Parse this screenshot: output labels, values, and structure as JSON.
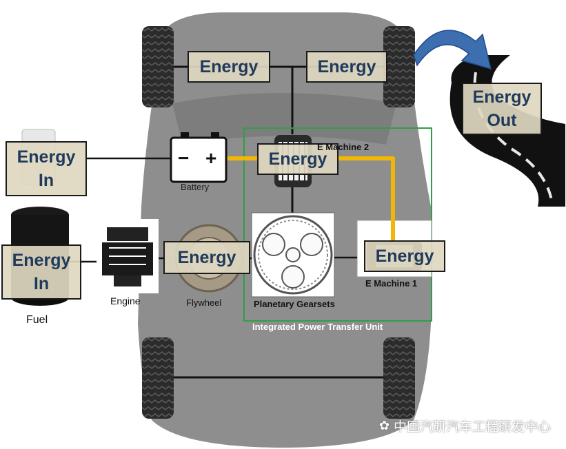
{
  "energy_boxes": {
    "front_left": "Energy",
    "front_right": "Energy",
    "plug_in": {
      "line1": "Energy",
      "line2": "In"
    },
    "emachine2": "Energy",
    "fuel_in": {
      "line1": "Energy",
      "line2": "In"
    },
    "flywheel": "Energy",
    "emachine1": "Energy",
    "out": {
      "line1": "Energy",
      "line2": "Out"
    }
  },
  "labels": {
    "battery": "Battery",
    "emachine2": "E Machine 2",
    "engine": "Engine",
    "flywheel": "Flywheel",
    "planetary": "Planetary Gearsets",
    "emachine1": "E Machine 1",
    "ptu": "Integrated Power Transfer Unit",
    "fuel": "Fuel"
  },
  "battery_symbols": {
    "minus": "−",
    "plus": "+"
  },
  "watermark": "中国汽研汽车工程研发中心",
  "colors": {
    "car_body": "#8e8e8e",
    "tire": "#2b2b2b",
    "energy_box_fill": "#ded7c0",
    "energy_text": "#1f3a5a",
    "electric_path": "#f2b705",
    "ptu_border": "#2ea043",
    "arrow": "#3d6fb0"
  }
}
